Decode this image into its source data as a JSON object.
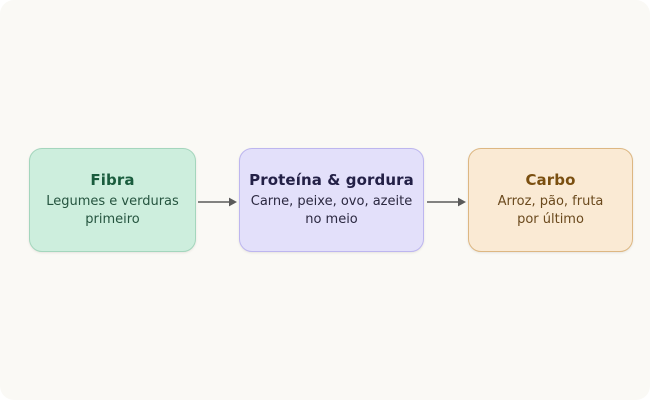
{
  "diagram": {
    "type": "flowchart",
    "orientation": "horizontal",
    "background_color": "#faf9f5",
    "nodes": [
      {
        "id": "fiber",
        "title": "Fibra",
        "description": "Legumes e verduras primeiro",
        "description_line1": "Legumes e verduras",
        "description_line2": "primeiro",
        "fill_color": "#cdeedd",
        "border_color": "#a4d6bd",
        "title_color": "#1a5c3d",
        "text_color": "#25543f"
      },
      {
        "id": "protein",
        "title": "Proteína & gordura",
        "description": "Carne, peixe, ovo, azeite no meio",
        "description_line1": "Carne, peixe, ovo, azeite",
        "description_line2": "no meio",
        "fill_color": "#e3e0fa",
        "border_color": "#bdb6ef",
        "title_color": "#232046",
        "text_color": "#2b2840"
      },
      {
        "id": "carbo",
        "title": "Carbo",
        "description": "Arroz, pão, fruta por último",
        "description_line1": "Arroz, pão, fruta",
        "description_line2": "por último",
        "fill_color": "#faead4",
        "border_color": "#ddb782",
        "title_color": "#7a4f10",
        "text_color": "#6b4a1e"
      }
    ],
    "connectors": [
      {
        "id": "fiber-to-protein",
        "from": "fiber",
        "to": "protein",
        "style": "solid-arrow",
        "color": "#5a5a5a"
      },
      {
        "id": "protein-to-carbo",
        "from": "protein",
        "to": "carbo",
        "style": "solid-arrow",
        "color": "#5a5a5a"
      }
    ]
  }
}
